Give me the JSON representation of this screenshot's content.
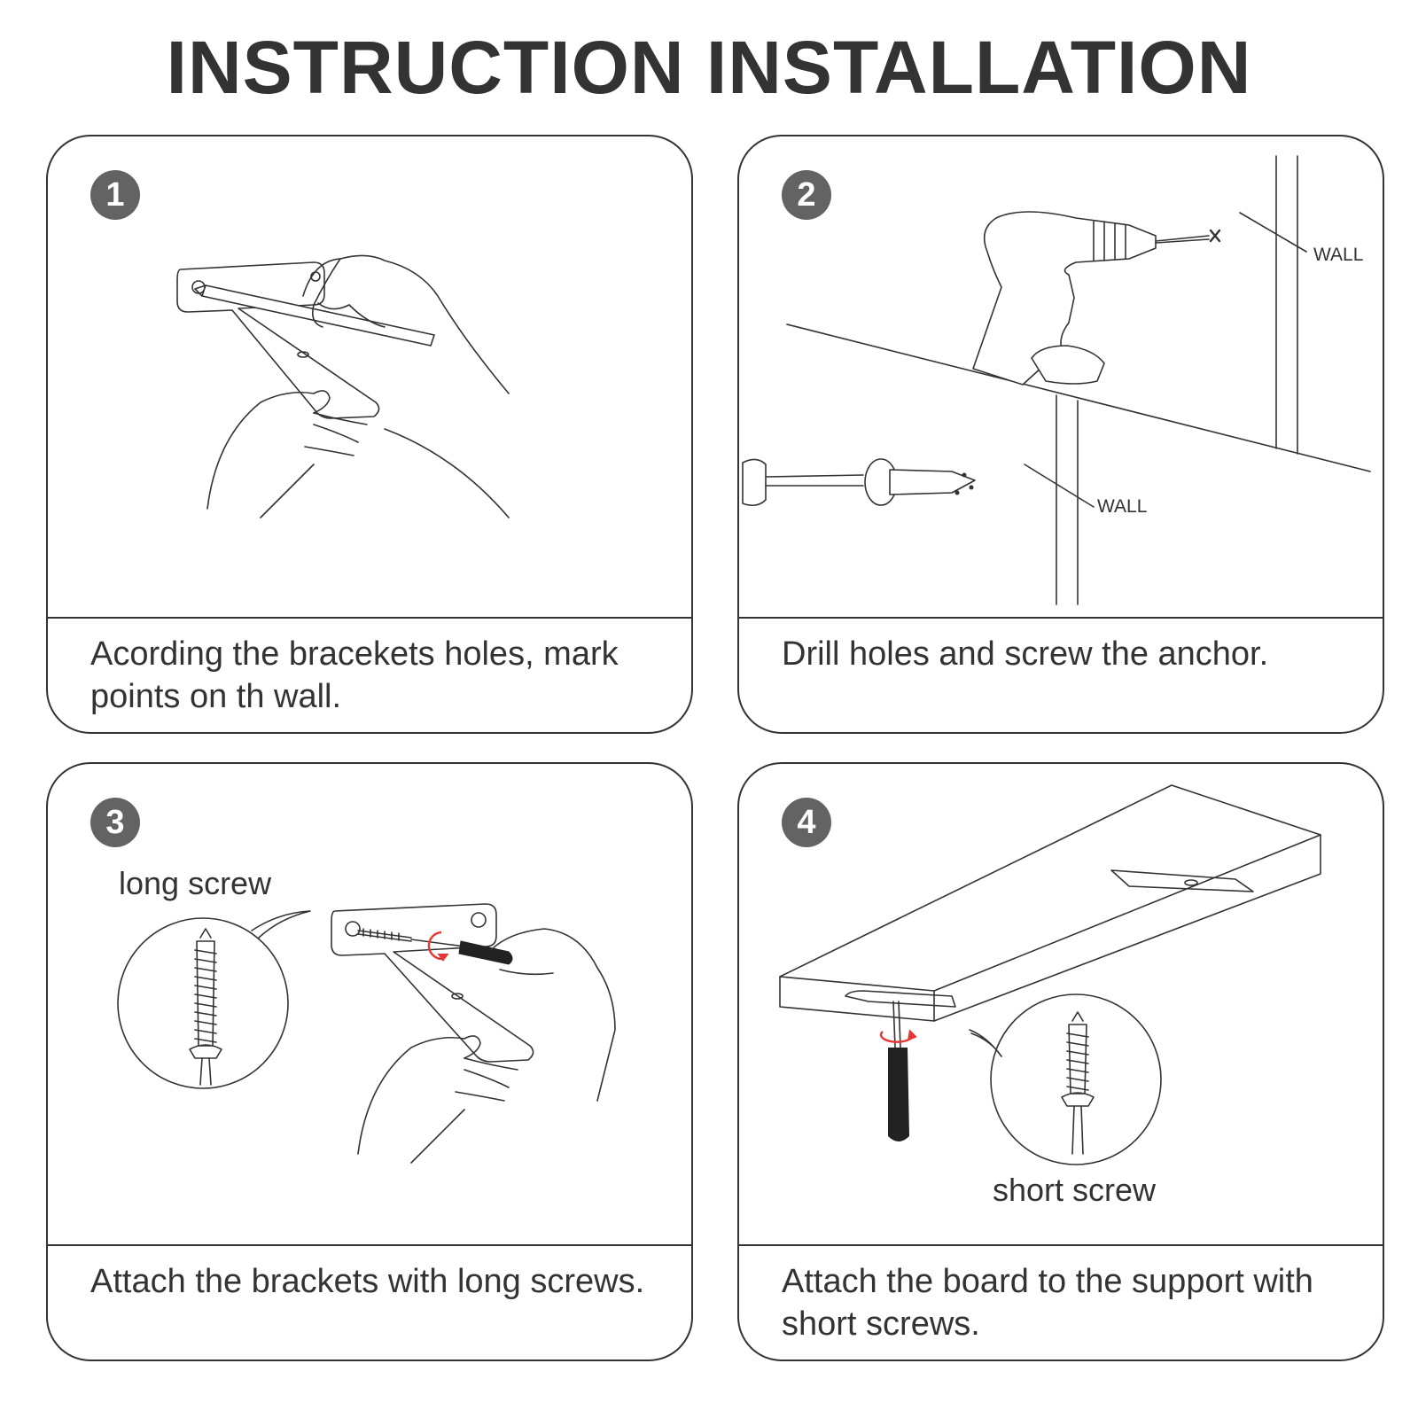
{
  "title": "INSTRUCTION INSTALLATION",
  "steps": [
    {
      "number": "1",
      "caption": "Acording the bracekets holes, mark points on th wall."
    },
    {
      "number": "2",
      "caption": "Drill holes and screw the anchor.",
      "labels": {
        "wall_top": "WALL",
        "wall_bottom": "WALL"
      }
    },
    {
      "number": "3",
      "caption": "Attach the brackets with long screws.",
      "labels": {
        "screw": "long screw"
      }
    },
    {
      "number": "4",
      "caption": "Attach the board to the support with short screws.",
      "labels": {
        "screw": "short screw"
      }
    }
  ],
  "colors": {
    "text": "#333333",
    "badge": "#636363",
    "accent": "#e53935"
  }
}
